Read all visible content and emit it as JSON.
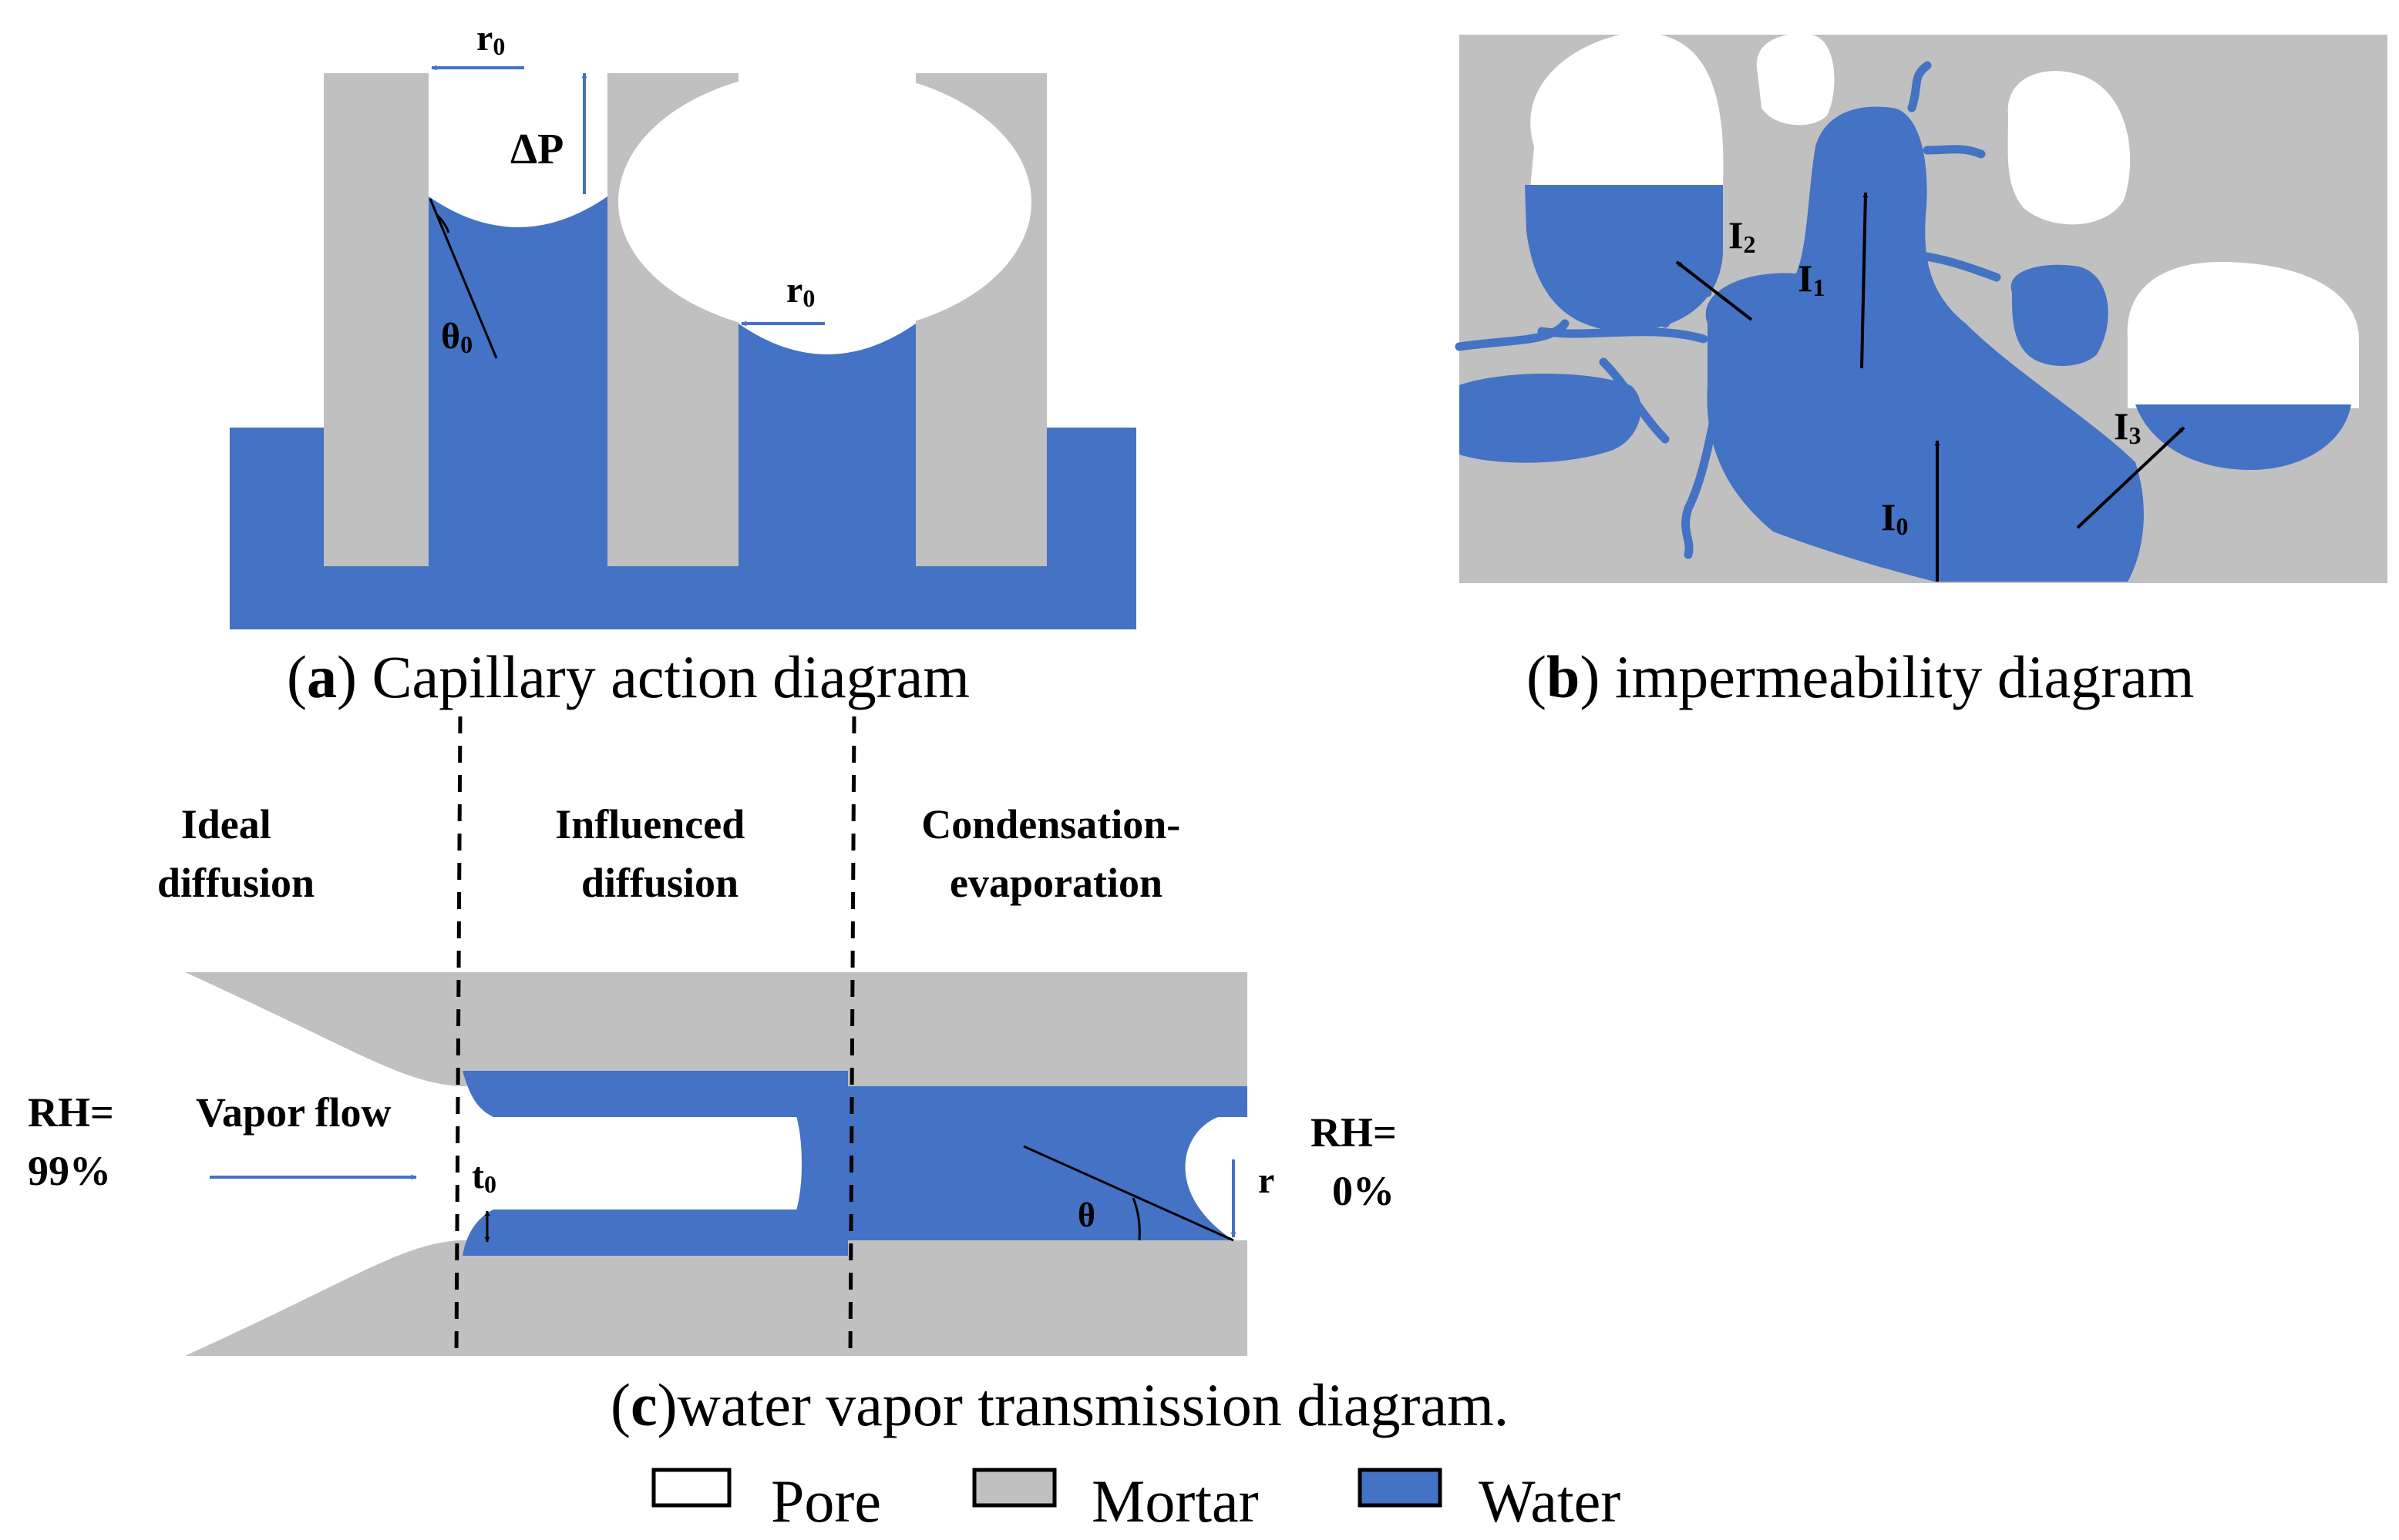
{
  "colors": {
    "pore": "#ffffff",
    "mortar": "#c0c0c0",
    "water": "#4472c4",
    "arrow_blue": "#4472c4",
    "arrow_black": "#000000",
    "text": "#000000"
  },
  "panel_a": {
    "r0_top": "r",
    "r0_top_sub": "0",
    "delta_p": "ΔP",
    "theta0": "θ",
    "theta0_sub": "0",
    "r0_mid": "r",
    "r0_mid_sub": "0",
    "caption_letter": "a",
    "caption_text": " Capillary action diagram"
  },
  "panel_b": {
    "i0": "I",
    "i0_sub": "0",
    "i1": "I",
    "i1_sub": "1",
    "i2": "I",
    "i2_sub": "2",
    "i3": "I",
    "i3_sub": "3",
    "caption_letter": "b",
    "caption_text": " impermeability diagram"
  },
  "panel_c": {
    "zone1_line1": "Ideal",
    "zone1_line2": "diffusion",
    "zone2_line1": "Influenced",
    "zone2_line2": "diffusion",
    "zone3_line1": "Condensation-",
    "zone3_line2": "evaporation",
    "rh_left_line1": "RH=",
    "rh_left_line2": "99%",
    "vapor_flow": "Vapor flow",
    "t0": "t",
    "t0_sub": "0",
    "theta": "θ",
    "r": "r",
    "rh_right_line1": "RH=",
    "rh_right_line2": "0%",
    "caption_letter": "c",
    "caption_text": "water vapor transmission diagram."
  },
  "legend": [
    {
      "label": "Pore",
      "color": "#ffffff"
    },
    {
      "label": "Mortar",
      "color": "#c0c0c0"
    },
    {
      "label": "Water",
      "color": "#4472c4"
    }
  ]
}
